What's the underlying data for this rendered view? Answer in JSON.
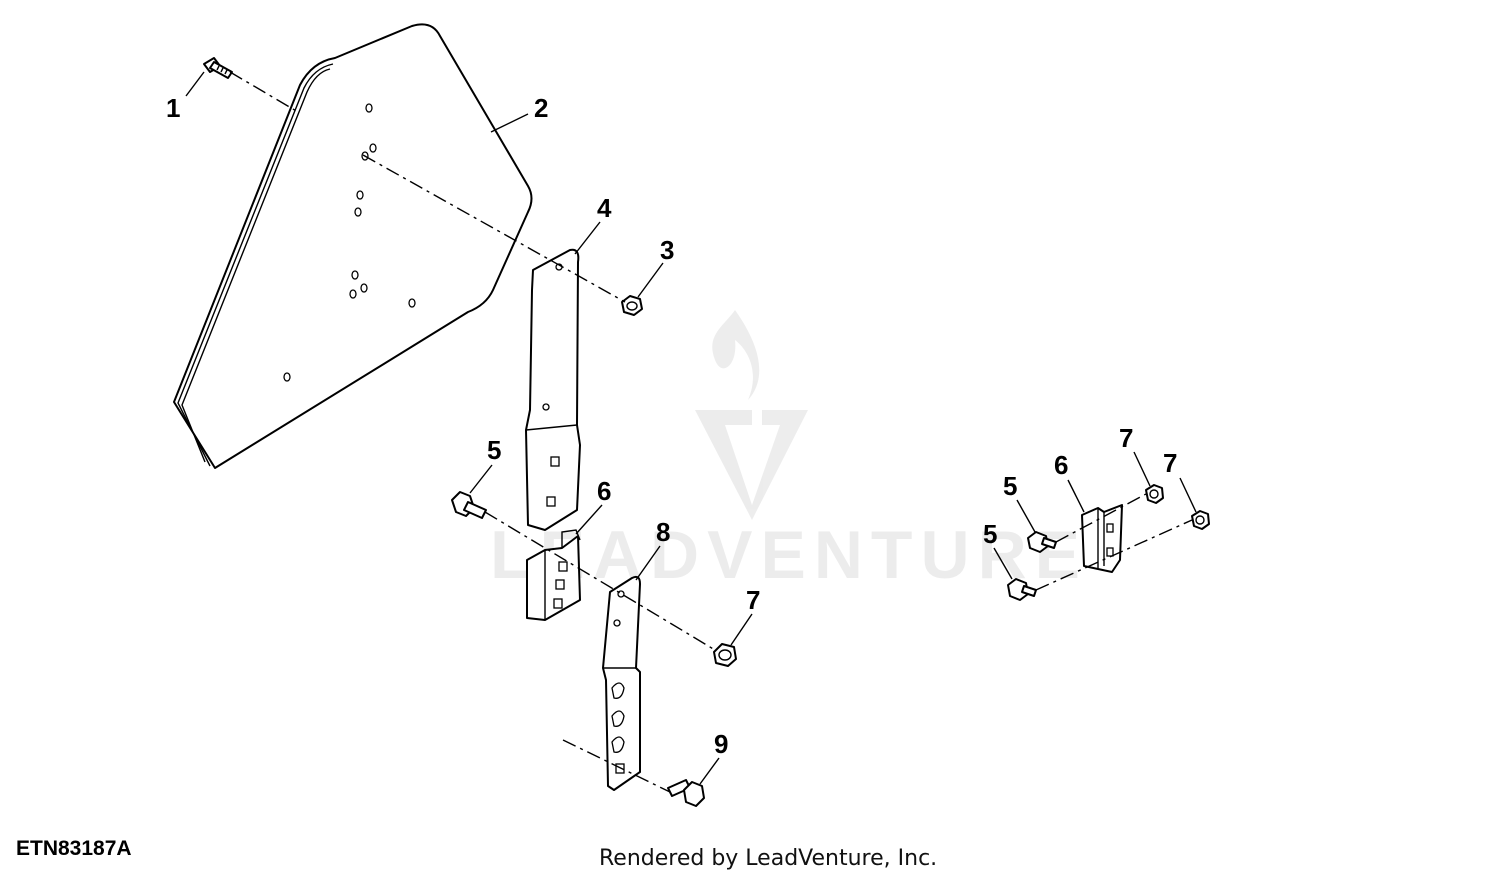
{
  "figure_id": "ETN83187A",
  "credit": "Rendered by LeadVenture, Inc.",
  "watermark": "LEADVENTURE",
  "callouts": {
    "c1": "1",
    "c2": "2",
    "c3": "3",
    "c4": "4",
    "c5a": "5",
    "c6a": "6",
    "c7a": "7",
    "c8": "8",
    "c9": "9",
    "c5b": "5",
    "c5c": "5",
    "c6b": "6",
    "c7b": "7",
    "c7c": "7"
  }
}
